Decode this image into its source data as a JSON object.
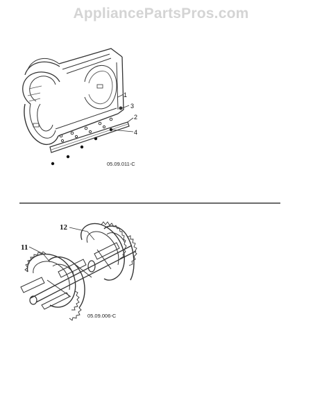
{
  "header": {
    "watermark": "AppliancePartsPros.com"
  },
  "diagram_top": {
    "figure_code": "05.09.011-C",
    "callouts": [
      "1",
      "3",
      "2",
      "4"
    ]
  },
  "diagram_bottom": {
    "figure_code": "05.09.006-C",
    "callouts": [
      "12",
      "11"
    ]
  }
}
